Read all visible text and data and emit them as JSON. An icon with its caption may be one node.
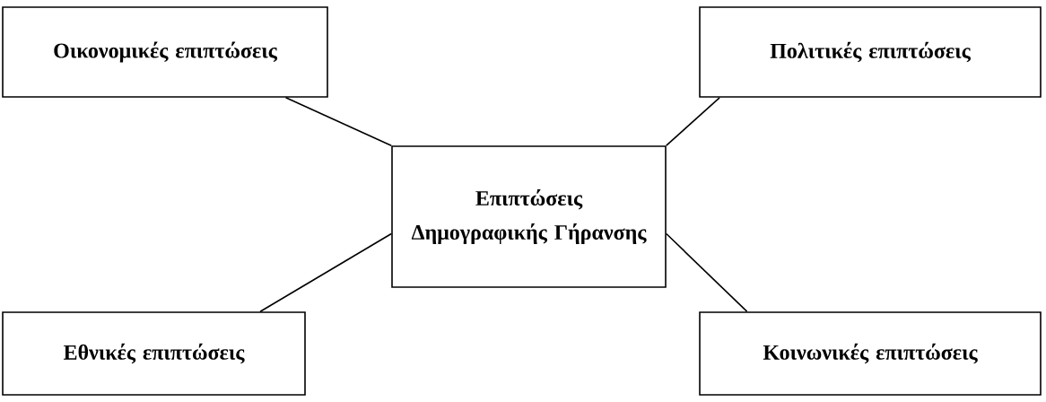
{
  "diagram": {
    "nodes": [
      {
        "text": [
          "Οικονομικές επιπτώσεις"
        ]
      },
      {
        "text": [
          "Πολιτικές επιπτώσεις"
        ]
      },
      {
        "text": [
          "Επιπτώσεις Δημογραφικής Γήρανσης"
        ]
      },
      {
        "text": [
          "Εθνικές επιπτώσεις"
        ]
      },
      {
        "text": [
          "Κοινωνικές επιπτώσεις"
        ]
      }
    ],
    "edges": [
      {
        "from": 2,
        "to": 0,
        "arrow": "none"
      },
      {
        "from": 2,
        "to": 1,
        "arrow": "none"
      },
      {
        "from": 2,
        "to": 3,
        "arrow": "none"
      },
      {
        "from": 2,
        "to": 4,
        "arrow": "none"
      }
    ]
  }
}
